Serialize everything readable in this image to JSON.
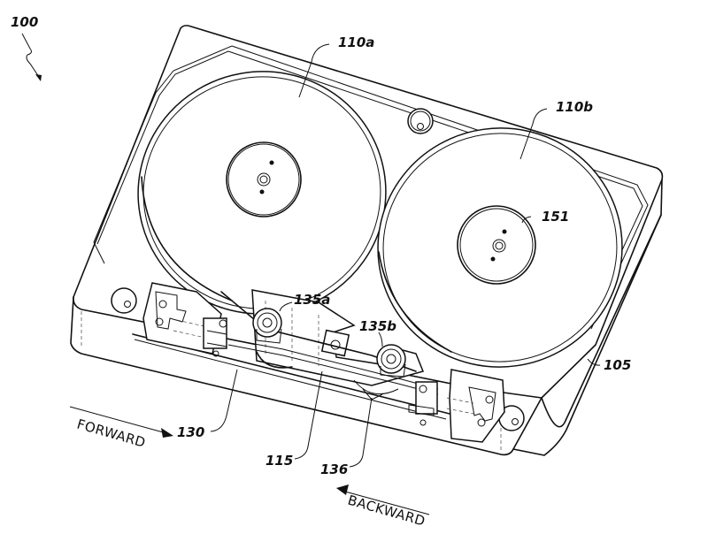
{
  "figure": {
    "type": "patent-drawing",
    "subject": "tape cartridge with two reels in a housing",
    "line_color": "#111111",
    "background_color": "#ffffff"
  },
  "labels": {
    "assembly": "100",
    "reel_a": "110a",
    "reel_b": "110b",
    "hub": "151",
    "roller_a": "135a",
    "roller_b": "135b",
    "housing": "105",
    "head": "130",
    "tape": "115",
    "guide": "136"
  },
  "directions": {
    "forward": "FORWARD",
    "backward": "BACKWARD"
  }
}
